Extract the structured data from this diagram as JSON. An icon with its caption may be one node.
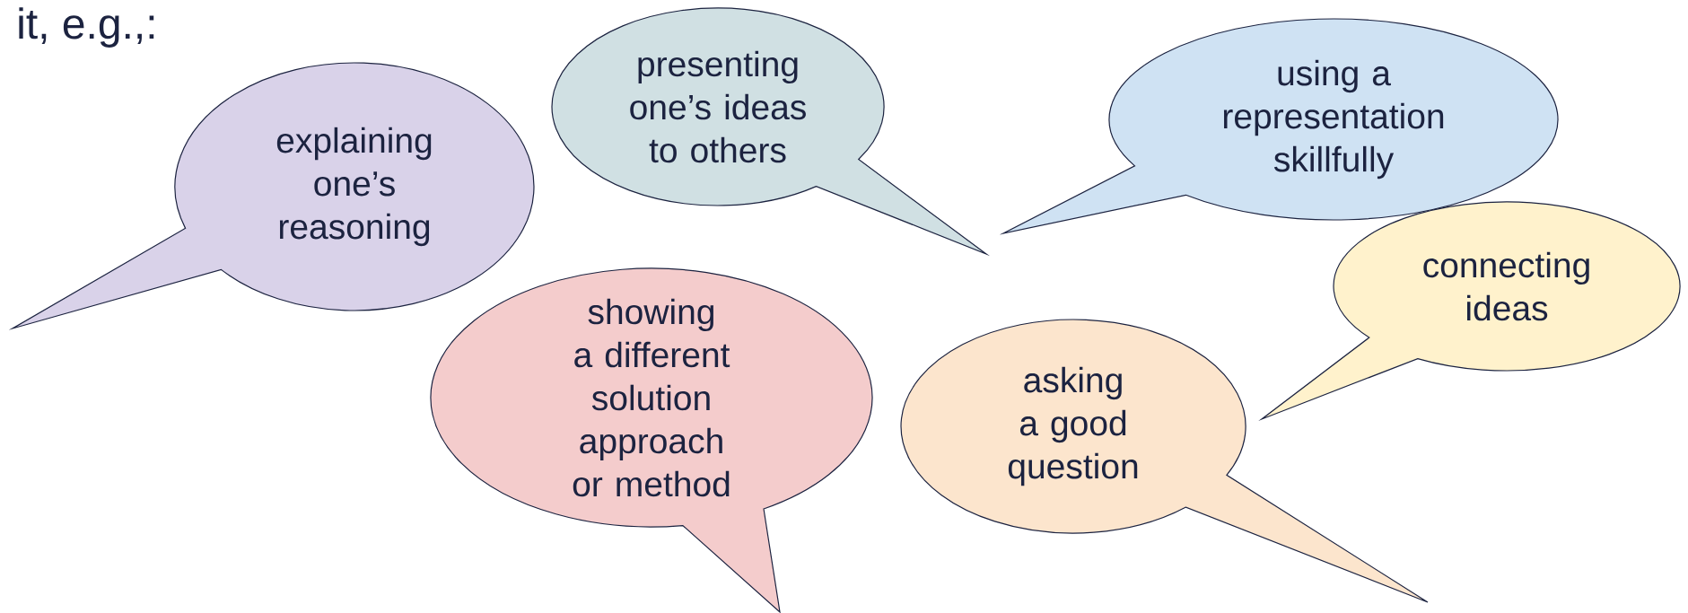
{
  "diagram": {
    "nodes": [
      {
        "text": [
          "explaining one’s reasoning"
        ]
      },
      {
        "text": [
          "presenting one’s ideas to others"
        ]
      },
      {
        "text": [
          "using a representation skillfully"
        ]
      },
      {
        "text": [
          "showing a different solution approach or method"
        ]
      },
      {
        "text": [
          "asking a good question"
        ]
      },
      {
        "text": [
          "connecting ideas"
        ]
      }
    ],
    "labels": [
      "it, e.g.,:"
    ]
  }
}
